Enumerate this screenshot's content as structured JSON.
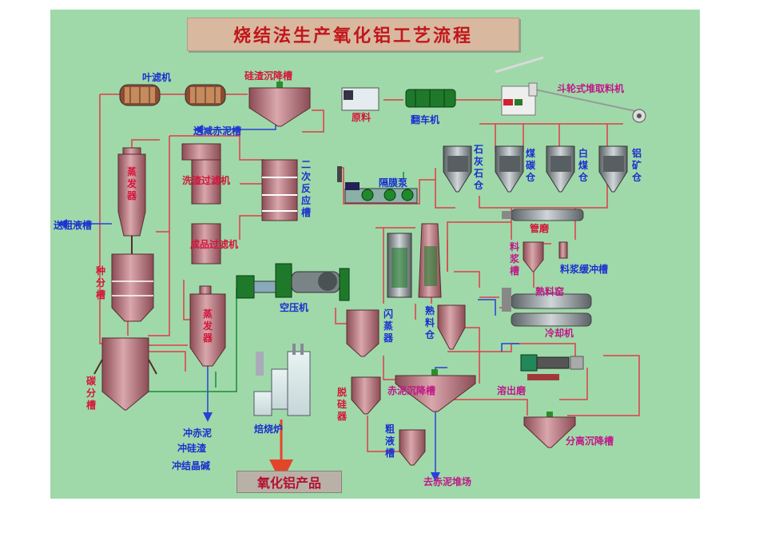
{
  "title": "烧结法生产氧化铝工艺流程",
  "labels": {
    "leaf_filter": "叶滤机",
    "silica_settler": "硅渣沉降槽",
    "raw_material": "原料",
    "car_dumper": "翻车机",
    "bucket_stacker": "斗轮式堆取料机",
    "to_washer_mud": "送减赤泥槽",
    "evaporator_1": "蒸发器",
    "to_crude_tank": "送粗液槽",
    "washing_filter": "洗渣过滤机",
    "second_reactor": "二次反应槽",
    "diaphragm_pump": "隔膜泵",
    "limestone_bin": "石灰石仓",
    "coal_bin": "煤碳仓",
    "white_coal_bin": "白煤仓",
    "ore_bin": "铝矿仓",
    "mill": "管磨",
    "slurry_tank": "料浆槽",
    "slurry_buffer": "料浆缓冲槽",
    "product_filter": "成品过滤机",
    "seed_tank": "种分槽",
    "compressor": "空压机",
    "clinker_kiln": "熟料窑",
    "flash_evaporator": "闪蒸器",
    "clinker_bin": "熟料仓",
    "cooler": "冷却机",
    "evaporator_2": "蒸发器",
    "carbon_tank": "碳分槽",
    "dissolver": "溶出磨",
    "red_mud_settler": "赤泥沉降槽",
    "desilication": "脱硅器",
    "wash_red_mud": "冲赤泥",
    "wash_silica": "冲硅渣",
    "wash_crystal": "冲结晶碱",
    "calciner": "焙烧炉",
    "crude_tank": "粗液槽",
    "separation_settler": "分离沉降槽",
    "to_red_mud_yard": "去赤泥堆场",
    "product": "氧化铝产品"
  },
  "colors": {
    "background": "#9fd9a9",
    "vessel": "#b5747a",
    "line_red": "#e23a4a",
    "line_blue": "#2a3fd8",
    "line_green": "#1a8a3a"
  }
}
